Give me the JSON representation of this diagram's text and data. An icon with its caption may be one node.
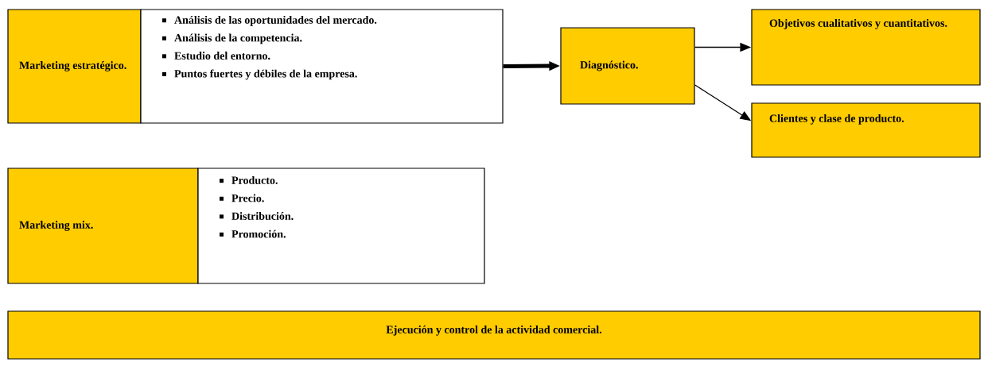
{
  "diagram": {
    "nodes": [
      {
        "text": [
          "Marketing estratégico."
        ]
      },
      {
        "text": [
          "Análisis de las oportunidades del mercado.",
          "Análisis de la competencia.",
          "Estudio del entorno.",
          "Puntos fuertes y débiles de la empresa."
        ]
      },
      {
        "text": [
          "Diagnóstico."
        ]
      },
      {
        "text": [
          "Objetivos cualitativos y cuantitativos."
        ]
      },
      {
        "text": [
          "Clientes y clase de producto."
        ]
      },
      {
        "text": [
          "Marketing mix."
        ]
      },
      {
        "text": [
          "Producto.",
          "Precio.",
          "Distribución.",
          "Promoción."
        ]
      },
      {
        "text": [
          "Ejecución y control de la actividad comercial."
        ]
      }
    ],
    "edges": [
      {
        "from": 1,
        "to": 2,
        "arrow": "to",
        "style": "thick"
      },
      {
        "from": 2,
        "to": 3,
        "arrow": "to"
      },
      {
        "from": 2,
        "to": 4,
        "arrow": "to"
      }
    ]
  }
}
